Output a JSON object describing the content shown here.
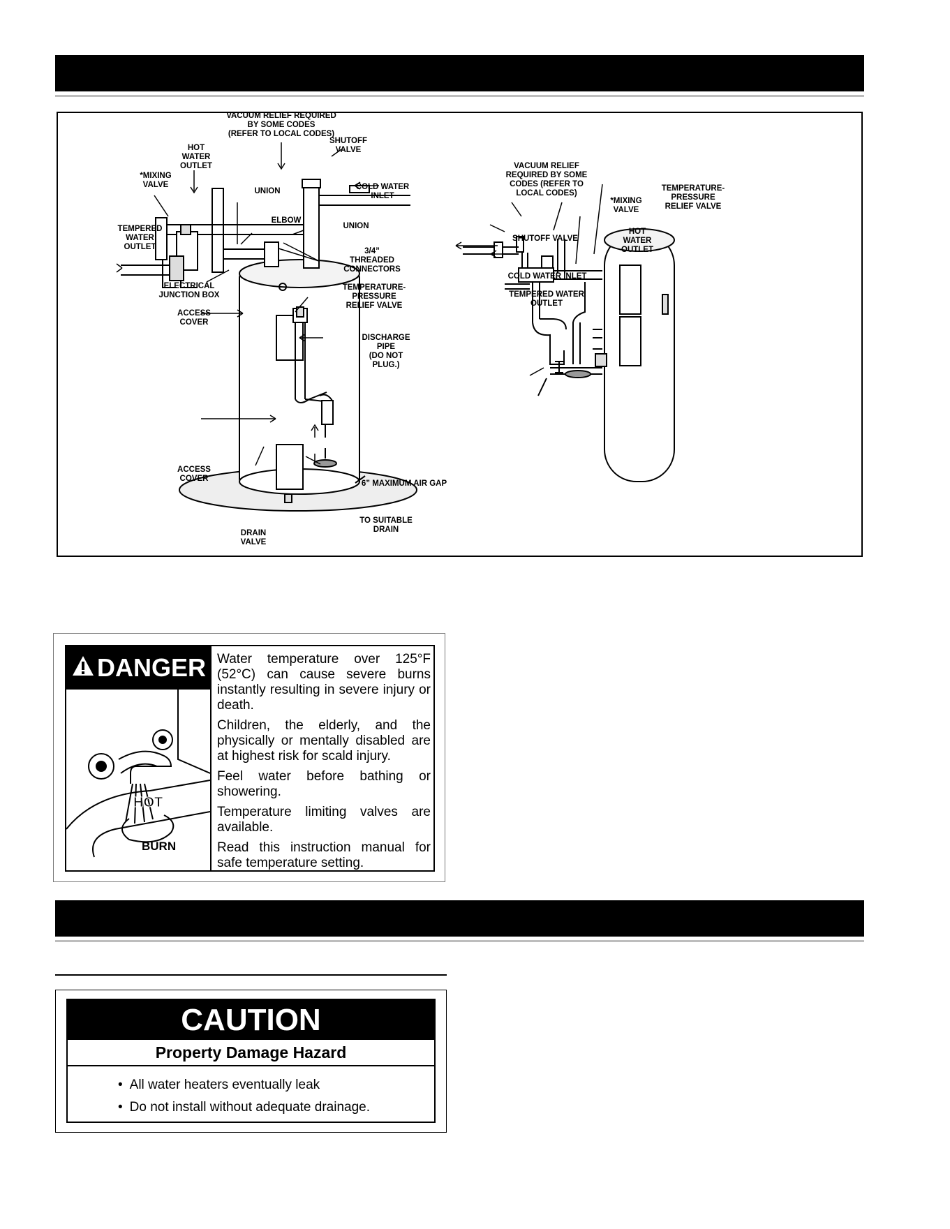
{
  "figure": {
    "left_labels": {
      "vacuum_relief": "VACUUM RELIEF REQUIRED\nBY SOME CODES\n(REFER TO LOCAL CODES)",
      "shutoff_valve": "SHUTOFF\nVALVE",
      "hot_water_outlet": "HOT\nWATER\nOUTLET",
      "mixing_valve": "*MIXING\nVALVE",
      "union_top": "UNION",
      "cold_water_inlet": "COLD WATER\nINLET",
      "elbow": "ELBOW",
      "union_right": "UNION",
      "tempered_water_outlet": "TEMPERED\nWATER\nOUTLET",
      "threaded_connectors": "3/4”\nTHREADED\nCONNECTORS",
      "electrical_junction_box": "ELECTRICAL\nJUNCTION BOX",
      "tp_relief_valve": "TEMPERATURE-\nPRESSURE\nRELIEF VALVE",
      "access_cover_upper": "ACCESS\nCOVER",
      "discharge_pipe": "DISCHARGE\nPIPE\n(DO NOT\nPLUG.)",
      "access_cover_lower": "ACCESS\nCOVER",
      "air_gap": "6” MAXIMUM AIR GAP",
      "to_suitable_drain": "TO SUITABLE\nDRAIN",
      "drain_valve": "DRAIN\nVALVE"
    },
    "right_labels": {
      "vacuum_relief": "VACUUM RELIEF\nREQUIRED BY SOME\nCODES (REFER TO\nLOCAL CODES)",
      "mixing_valve": "*MIXING\nVALVE",
      "tp_relief_valve": "TEMPERATURE-\nPRESSURE\nRELIEF VALVE",
      "shutoff_valve": "SHUTOFF VALVE",
      "hot_water_outlet": "HOT\nWATER\nOUTLET",
      "cold_water_inlet": "COLD WATER INLET",
      "tempered_water_outlet": "TEMPERED WATER\nOUTLET"
    }
  },
  "danger": {
    "title": "DANGER",
    "paragraphs": [
      "Water temperature over 125°F (52°C) can cause severe burns instantly resulting in severe injury or death.",
      "Children, the elderly, and the physically or mentally disabled are at highest risk for scald injury.",
      "Feel water before bathing or showering.",
      "Temperature limiting valves are available.",
      "Read this instruction manual for safe temperature setting."
    ],
    "pictogram_words": {
      "hot": "HOT",
      "burn": "BURN"
    }
  },
  "caution": {
    "title": "CAUTION",
    "subtitle": "Property Damage Hazard",
    "items": [
      "All water heaters eventually leak",
      "Do not install without adequate drainage."
    ]
  }
}
